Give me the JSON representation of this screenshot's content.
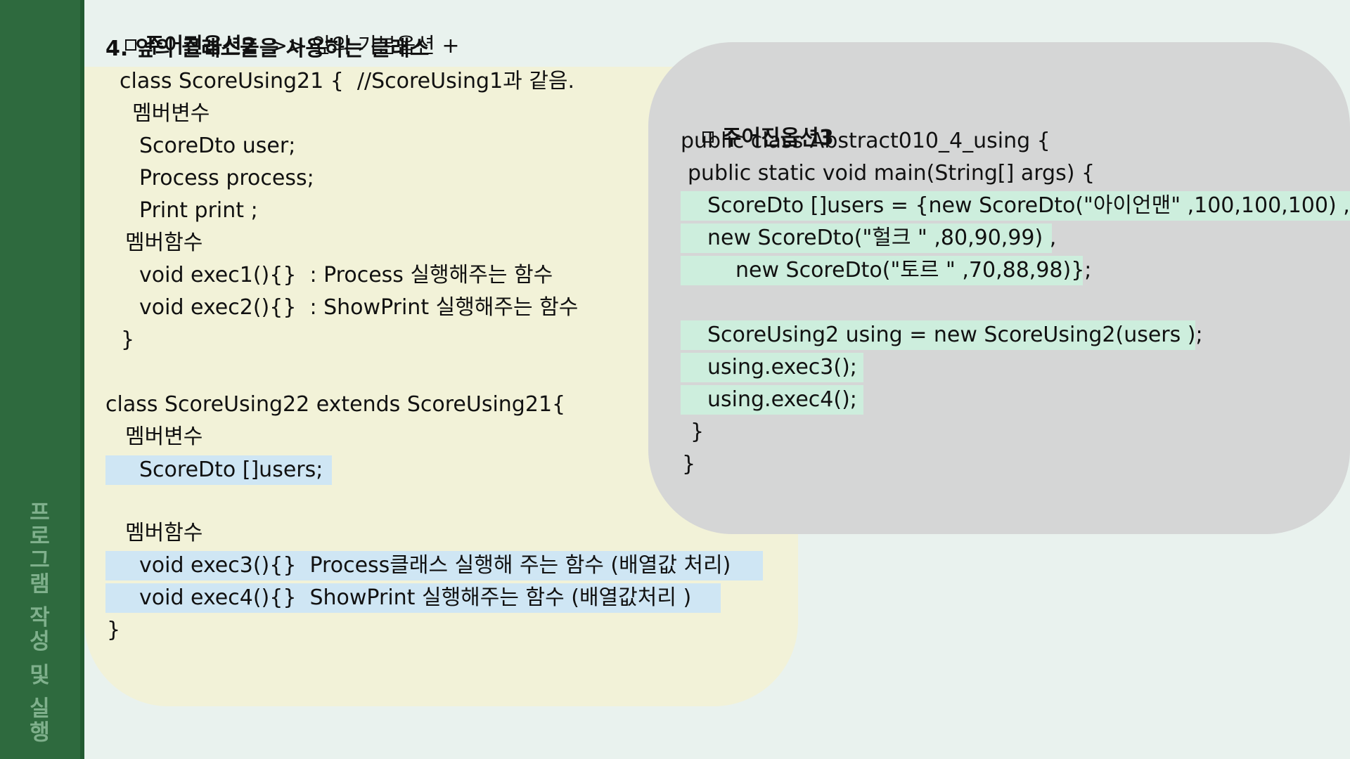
{
  "sidebar": {
    "label": "프로그램 작성 및 실행"
  },
  "left": {
    "title": "주어진옵션2",
    "title_extra": "  >> 앞의 기본옵션 +",
    "section": "4. 앞의 클래스들을 사용하는 클래스",
    "lines": [
      "class ScoreUsing21 {  //ScoreUsing1과 같음.",
      "멤버변수",
      "ScoreDto user;",
      "Process process;",
      "Print print ;",
      "멤버함수",
      "void exec1(){}  : Process 실행해주는 함수",
      "void exec2(){}  : ShowPrint 실행해주는 함수",
      "}",
      "class ScoreUsing22 extends ScoreUsing21{",
      "멤버변수",
      "ScoreDto []users;",
      "멤버함수",
      "void exec3(){}  Process클래스 실행해 주는 함수 (배열값 처리)",
      "void exec4(){}  ShowPrint 실행해주는 함수 (배열값처리 )",
      "}"
    ]
  },
  "right": {
    "title": "주어진옵션3",
    "lines": [
      "public class Abstract010_4_using {",
      "public static void main(String[] args) {",
      "ScoreDto []users = {new ScoreDto(\"아이언맨\" ,100,100,100) ,",
      "new ScoreDto(\"헐크 \" ,80,90,99) ,",
      "new ScoreDto(\"토르 \" ,70,88,98)};",
      "ScoreUsing2 using = new ScoreUsing2(users );",
      "using.exec3();",
      "using.exec4();",
      "}",
      "}"
    ]
  },
  "colors": {
    "sidebar": "#2e6a3e",
    "panel_yellow": "#f2f2d8",
    "panel_gray": "#d5d6d6",
    "highlight_green": "#cdeedd",
    "highlight_blue": "#cfe6f4"
  }
}
